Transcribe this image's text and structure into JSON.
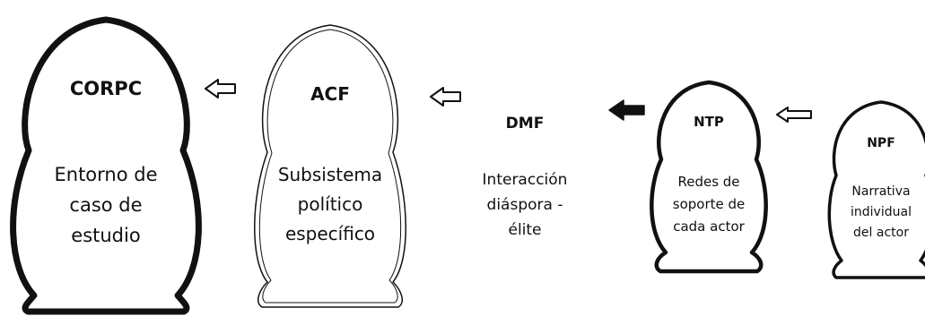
{
  "dolls": [
    {
      "id": "corpc",
      "title": "CORPC",
      "lines": [
        "Entorno de",
        "caso de",
        "estudio"
      ]
    },
    {
      "id": "acf",
      "title": "ACF",
      "lines": [
        "Subsistema",
        "político",
        "específico"
      ]
    },
    {
      "id": "dmf",
      "title": "DMF",
      "lines": [
        "Interacción",
        "diáspora -",
        "élite"
      ]
    },
    {
      "id": "ntp",
      "title": "NTP",
      "lines": [
        "Redes de",
        "soporte de",
        "cada actor"
      ]
    },
    {
      "id": "npf",
      "title": "NPF",
      "lines": [
        "Narrativa",
        "individual",
        "del actor"
      ]
    }
  ],
  "arrows": [
    {
      "id": "acf-to-corpc",
      "style": "hollow"
    },
    {
      "id": "dmf-to-acf",
      "style": "hollow"
    },
    {
      "id": "ntp-to-dmf",
      "style": "filled"
    },
    {
      "id": "npf-to-ntp",
      "style": "hollow"
    }
  ],
  "colors": {
    "ink": "#111111",
    "background": "#ffffff"
  }
}
